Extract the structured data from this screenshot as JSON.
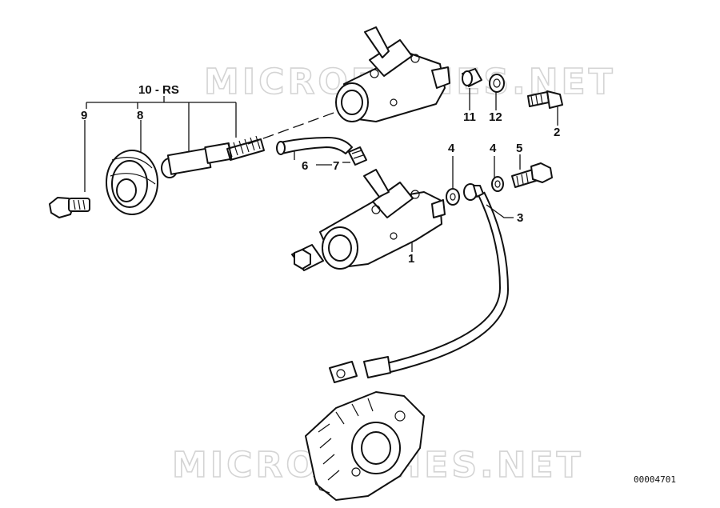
{
  "diagram": {
    "callouts": {
      "c10": "10 - RS",
      "c9": "9",
      "c8": "8",
      "c11": "11",
      "c12": "12",
      "c2": "2",
      "c4a": "4",
      "c4b": "4",
      "c5": "5",
      "c6": "6",
      "c7": "7",
      "c3": "3",
      "c1": "1"
    },
    "watermark": {
      "top": "MICROFICHES.NET",
      "bottom": "MICROFICHES.NET"
    },
    "figure_code": "00004701"
  }
}
